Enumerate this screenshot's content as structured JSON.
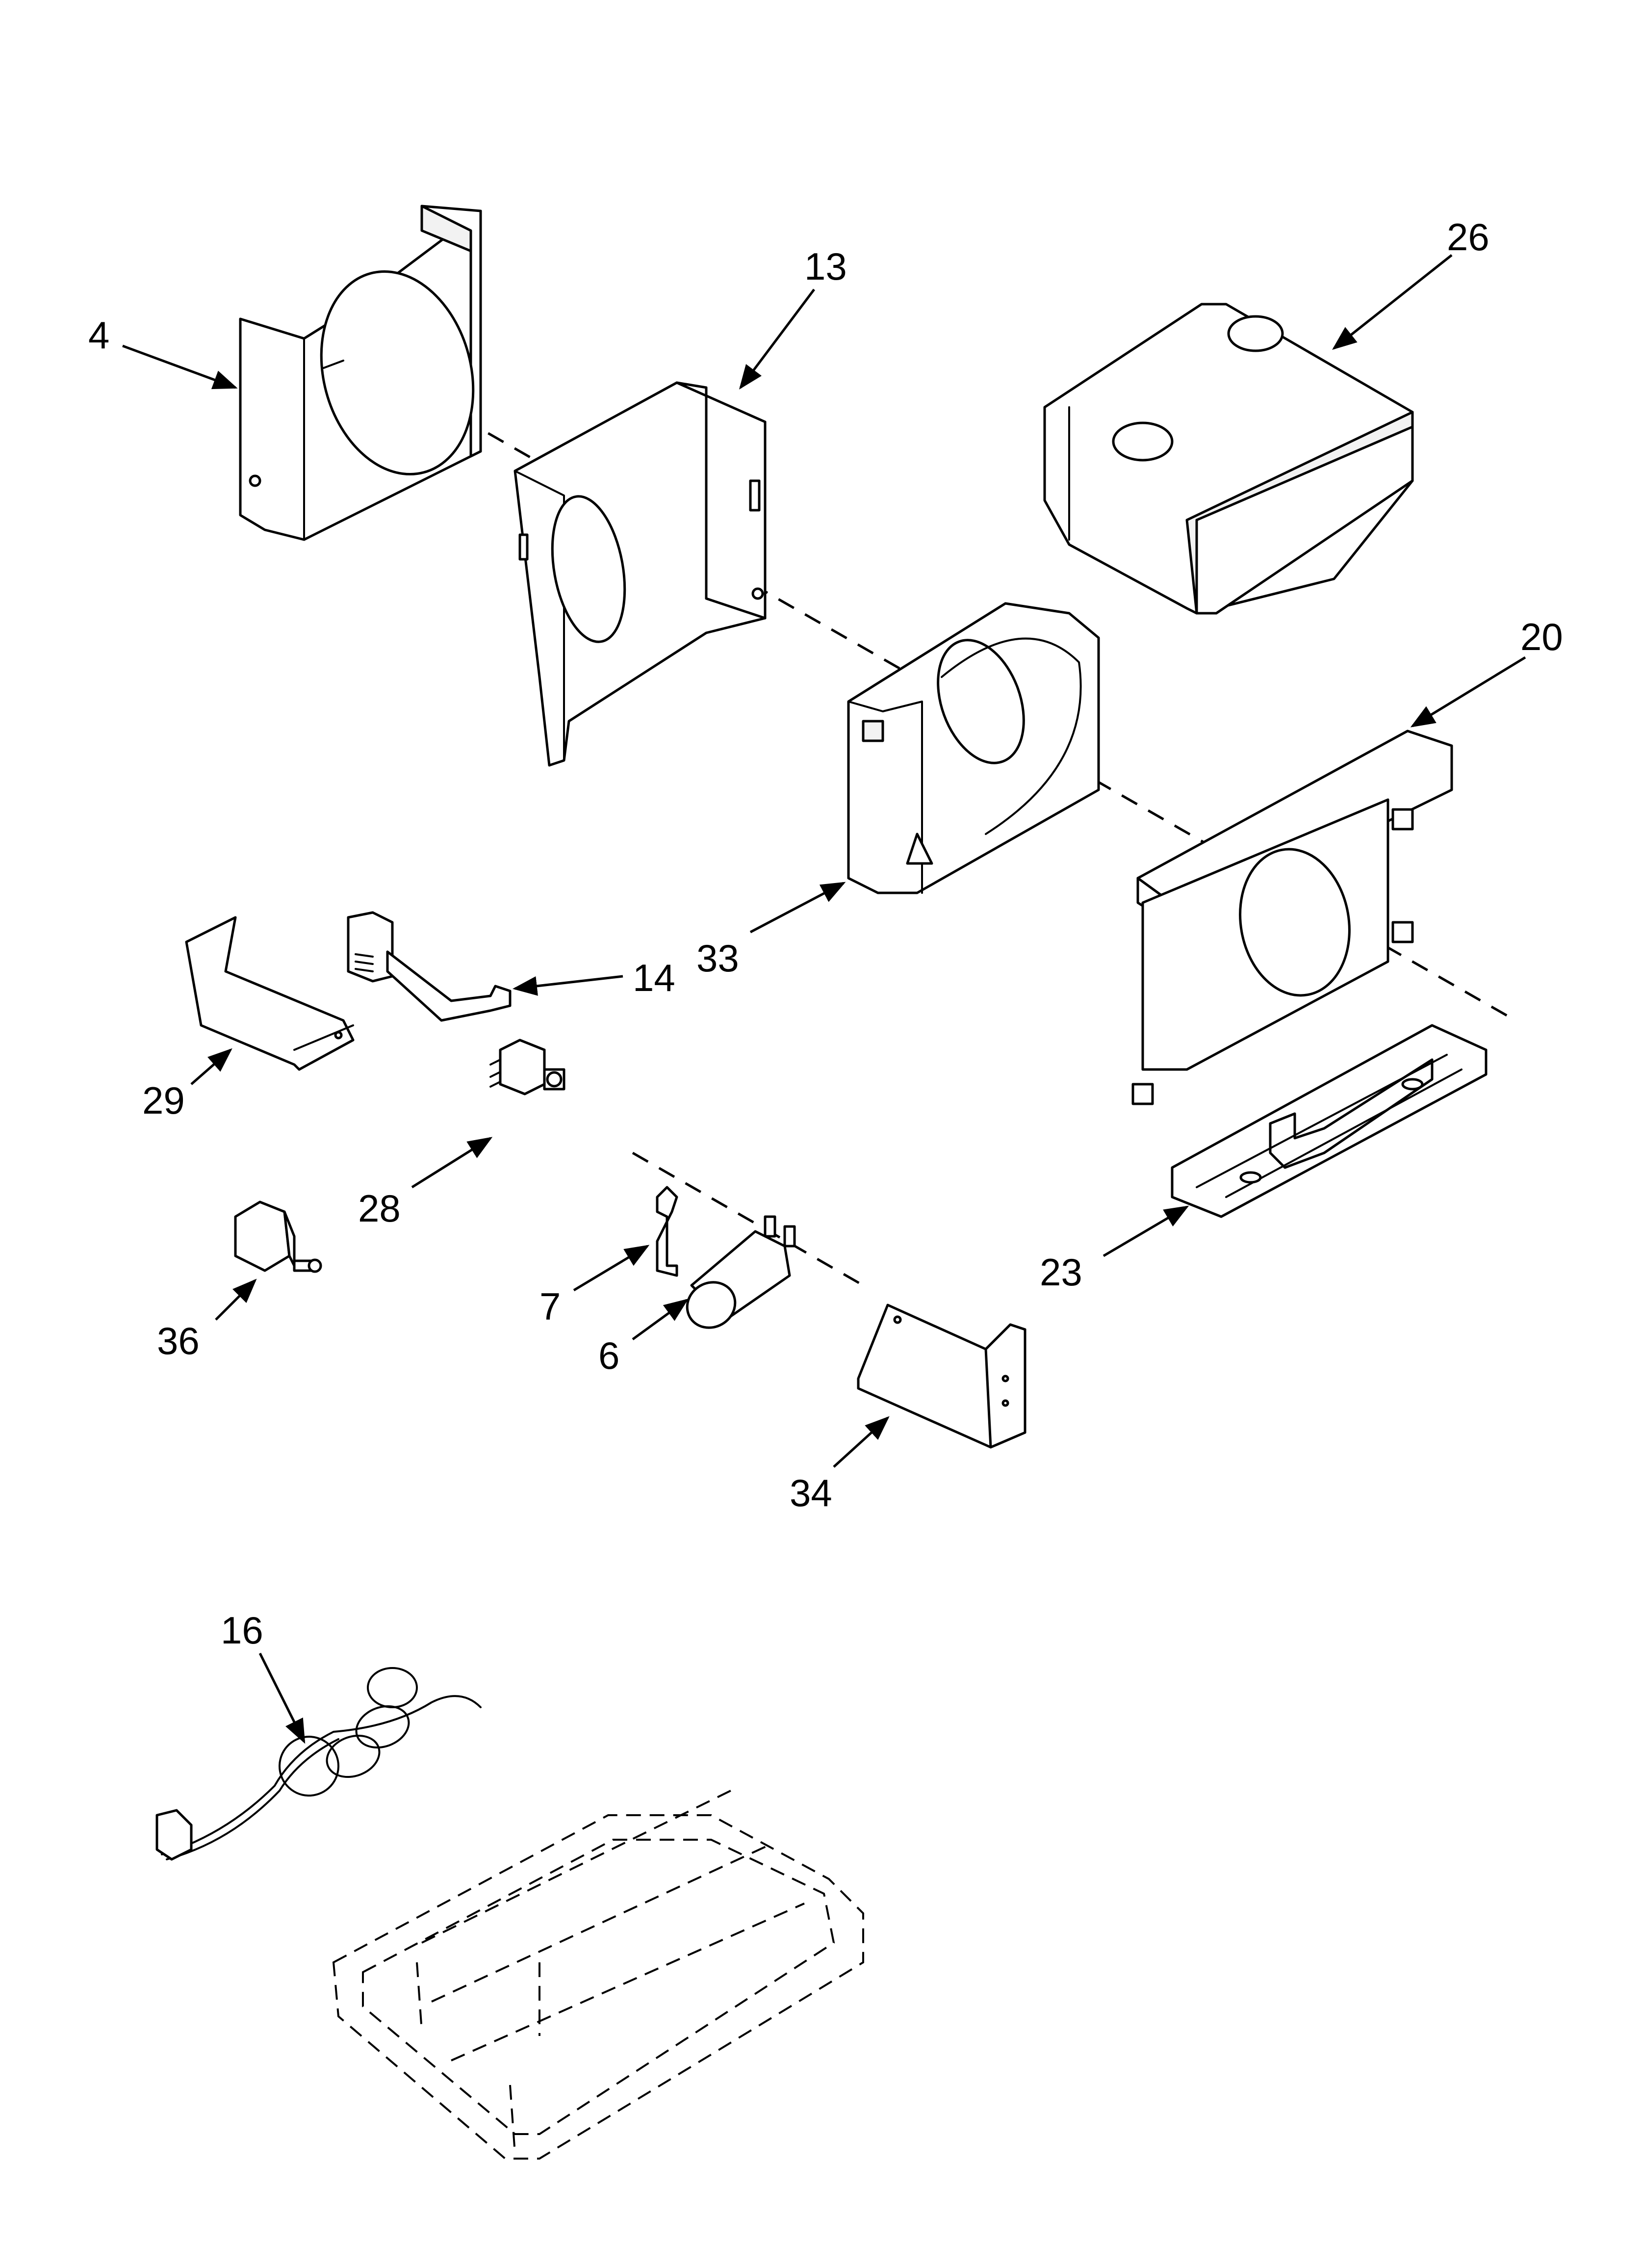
{
  "diagram": {
    "part_numbers": {
      "p4": "4",
      "p13": "13",
      "p26": "26",
      "p20": "20",
      "p33": "33",
      "p14": "14",
      "p29": "29",
      "p28": "28",
      "p36": "36",
      "p7": "7",
      "p6": "6",
      "p23": "23",
      "p34": "34",
      "p16": "16"
    }
  }
}
